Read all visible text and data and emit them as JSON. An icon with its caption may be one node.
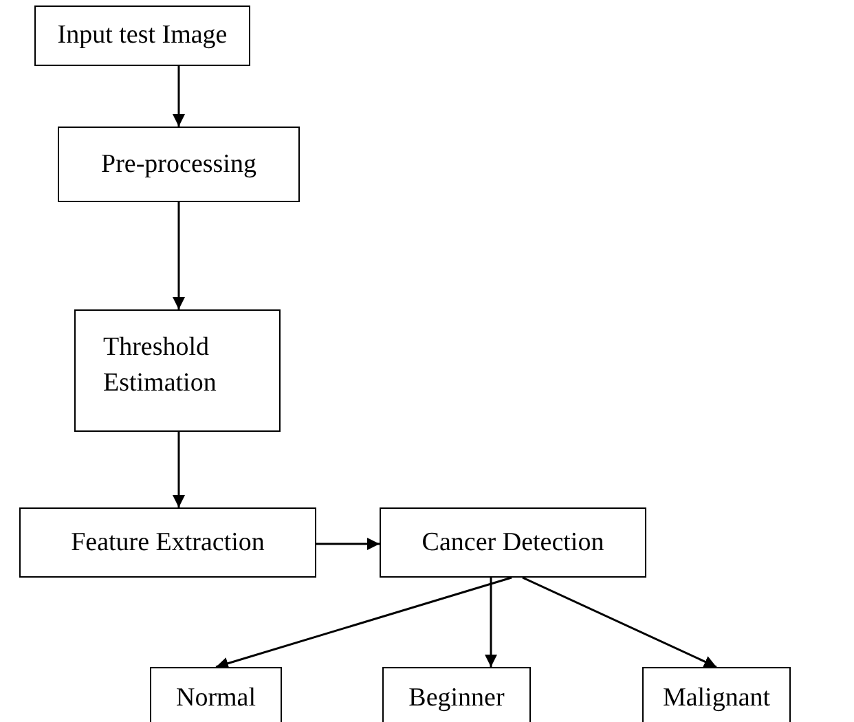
{
  "diagram": {
    "nodes": [
      {
        "text": [
          "Input test Image"
        ]
      },
      {
        "text": [
          "Pre-processing"
        ]
      },
      {
        "text": [
          "Threshold Estimation"
        ]
      },
      {
        "text": [
          "Feature Extraction"
        ]
      },
      {
        "text": [
          "Cancer Detection"
        ]
      },
      {
        "text": [
          "Normal"
        ]
      },
      {
        "text": [
          "Beginner"
        ]
      },
      {
        "text": [
          "Malignant"
        ]
      }
    ],
    "edges": [
      {
        "from": 0,
        "to": 1,
        "arrow": "to"
      },
      {
        "from": 1,
        "to": 2,
        "arrow": "to"
      },
      {
        "from": 2,
        "to": 3,
        "arrow": "to"
      },
      {
        "from": 3,
        "to": 4,
        "arrow": "to"
      },
      {
        "from": 4,
        "to": 5,
        "arrow": "to"
      },
      {
        "from": 4,
        "to": 6,
        "arrow": "to"
      },
      {
        "from": 4,
        "to": 7,
        "arrow": "to"
      }
    ]
  }
}
